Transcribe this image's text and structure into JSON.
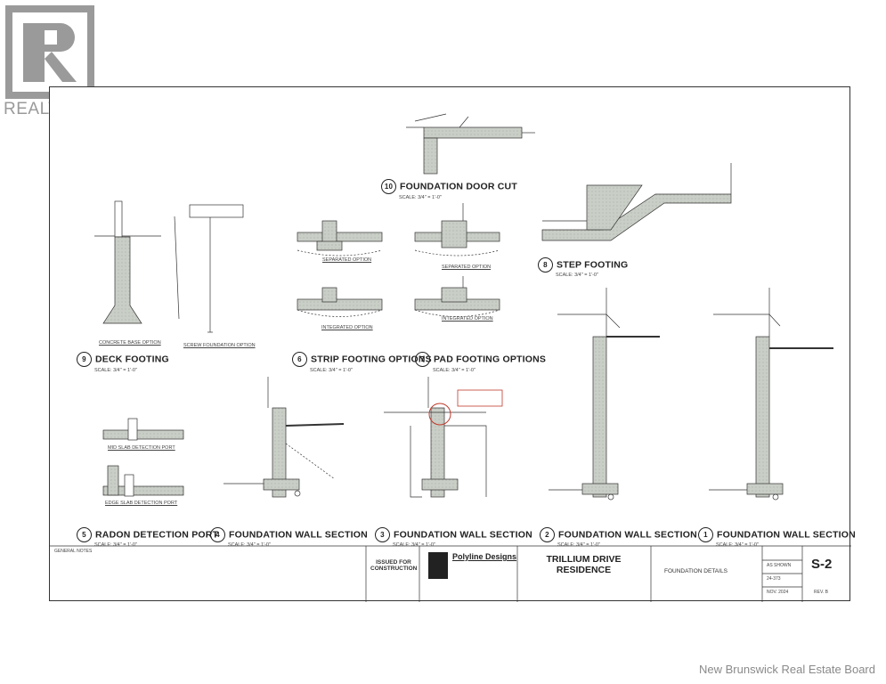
{
  "watermark": {
    "text": "REALTOR®",
    "logo_color": "#9a9a9a"
  },
  "footer": {
    "board": "New Brunswick Real Estate Board"
  },
  "details": {
    "d10": {
      "num": "10",
      "title": "FOUNDATION DOOR CUT",
      "scale": "SCALE: 3/4\" = 1'-0\""
    },
    "d9": {
      "num": "9",
      "title": "DECK FOOTING",
      "scale": "SCALE: 3/4\" = 1'-0\"",
      "sub_a": "CONCRETE BASE OPTION",
      "sub_b": "SCREW FOUNDATION OPTION"
    },
    "d6": {
      "num": "6",
      "title": "STRIP FOOTING OPTIONS",
      "scale": "SCALE: 3/4\" = 1'-0\"",
      "sub_a": "SEPARATED OPTION",
      "sub_b": "INTEGRATED OPTION"
    },
    "d7": {
      "num": "7",
      "title": "PAD FOOTING OPTIONS",
      "scale": "SCALE: 3/4\" = 1'-0\"",
      "sub_a": "SEPARATED OPTION",
      "sub_b": "INTEGRATED OPTION"
    },
    "d8": {
      "num": "8",
      "title": "STEP FOOTING",
      "scale": "SCALE: 3/4\" = 1'-0\""
    },
    "d5": {
      "num": "5",
      "title": "RADON DETECTION PORT",
      "scale": "SCALE: 3/4\" = 1'-0\"",
      "sub_a": "MID SLAB DETECTION PORT",
      "sub_b": "EDGE SLAB DETECTION PORT"
    },
    "d4": {
      "num": "4",
      "title": "FOUNDATION WALL SECTION",
      "scale": "SCALE: 3/4\" = 1'-0\""
    },
    "d3": {
      "num": "3",
      "title": "FOUNDATION WALL SECTION",
      "scale": "SCALE: 3/4\" = 1'-0\""
    },
    "d2": {
      "num": "2",
      "title": "FOUNDATION WALL SECTION",
      "scale": "SCALE: 3/4\" = 1'-0\""
    },
    "d1": {
      "num": "1",
      "title": "FOUNDATION WALL SECTION",
      "scale": "SCALE: 3/4\" = 1'-0\""
    }
  },
  "title_block": {
    "general_notes": "GENERAL NOTES",
    "issued": "ISSUED FOR CONSTRUCTION",
    "firm": "Polyline Designs",
    "project": "TRILLIUM DRIVE RESIDENCE",
    "drawing_title": "FOUNDATION DETAILS",
    "scale": "AS SHOWN",
    "project_no": "24-373",
    "date": "NOV. 2024",
    "sheet": "S-2",
    "rev": "REV. B"
  }
}
